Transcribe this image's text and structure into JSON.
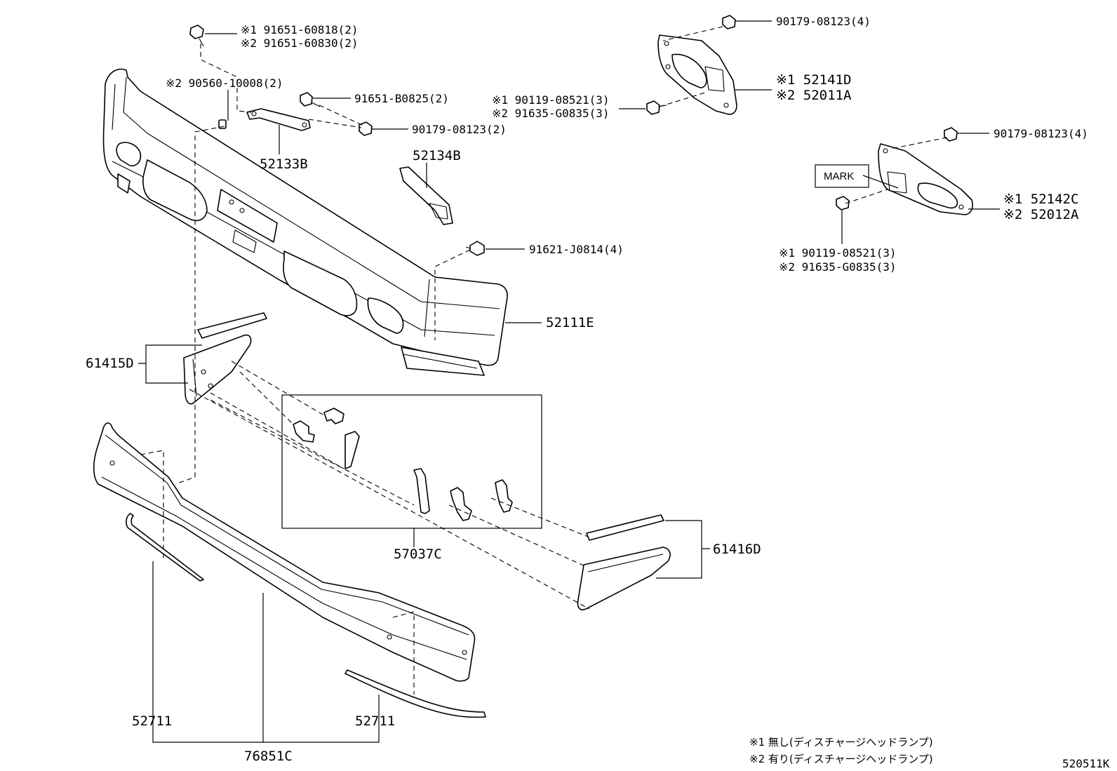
{
  "callouts": {
    "c1_l1": "※1 91651-60818(2)",
    "c1_l2": "※2 91651-60830(2)",
    "c2": "※2 90560-10008(2)",
    "c3": "91651-B0825(2)",
    "c4": "90179-08123(2)",
    "c5": "52133B",
    "c6": "52134B",
    "c7": "91621-J0814(4)",
    "c8": "52111E",
    "c9": "61415D",
    "c10": "57037C",
    "c11": "61416D",
    "c12a": "52711",
    "c12b": "52711",
    "c13": "76851C",
    "c14": "90179-08123(4)",
    "c15_l1": "※1 90119-08521(3)",
    "c15_l2": "※2 91635-G0835(3)",
    "c16_l1": "※1 52141D",
    "c16_l2": "※2 52011A",
    "c17": "90179-08123(4)",
    "c18": "MARK",
    "c19_l1": "※1 52142C",
    "c19_l2": "※2 52012A",
    "c20_l1": "※1 90119-08521(3)",
    "c20_l2": "※2 91635-G0835(3)"
  },
  "notes": {
    "n1": "※1 無し(ディスチャージヘッドランプ)",
    "n2": "※2 有り(ディスチャージヘッドランプ)"
  },
  "figure_id": "520511K"
}
